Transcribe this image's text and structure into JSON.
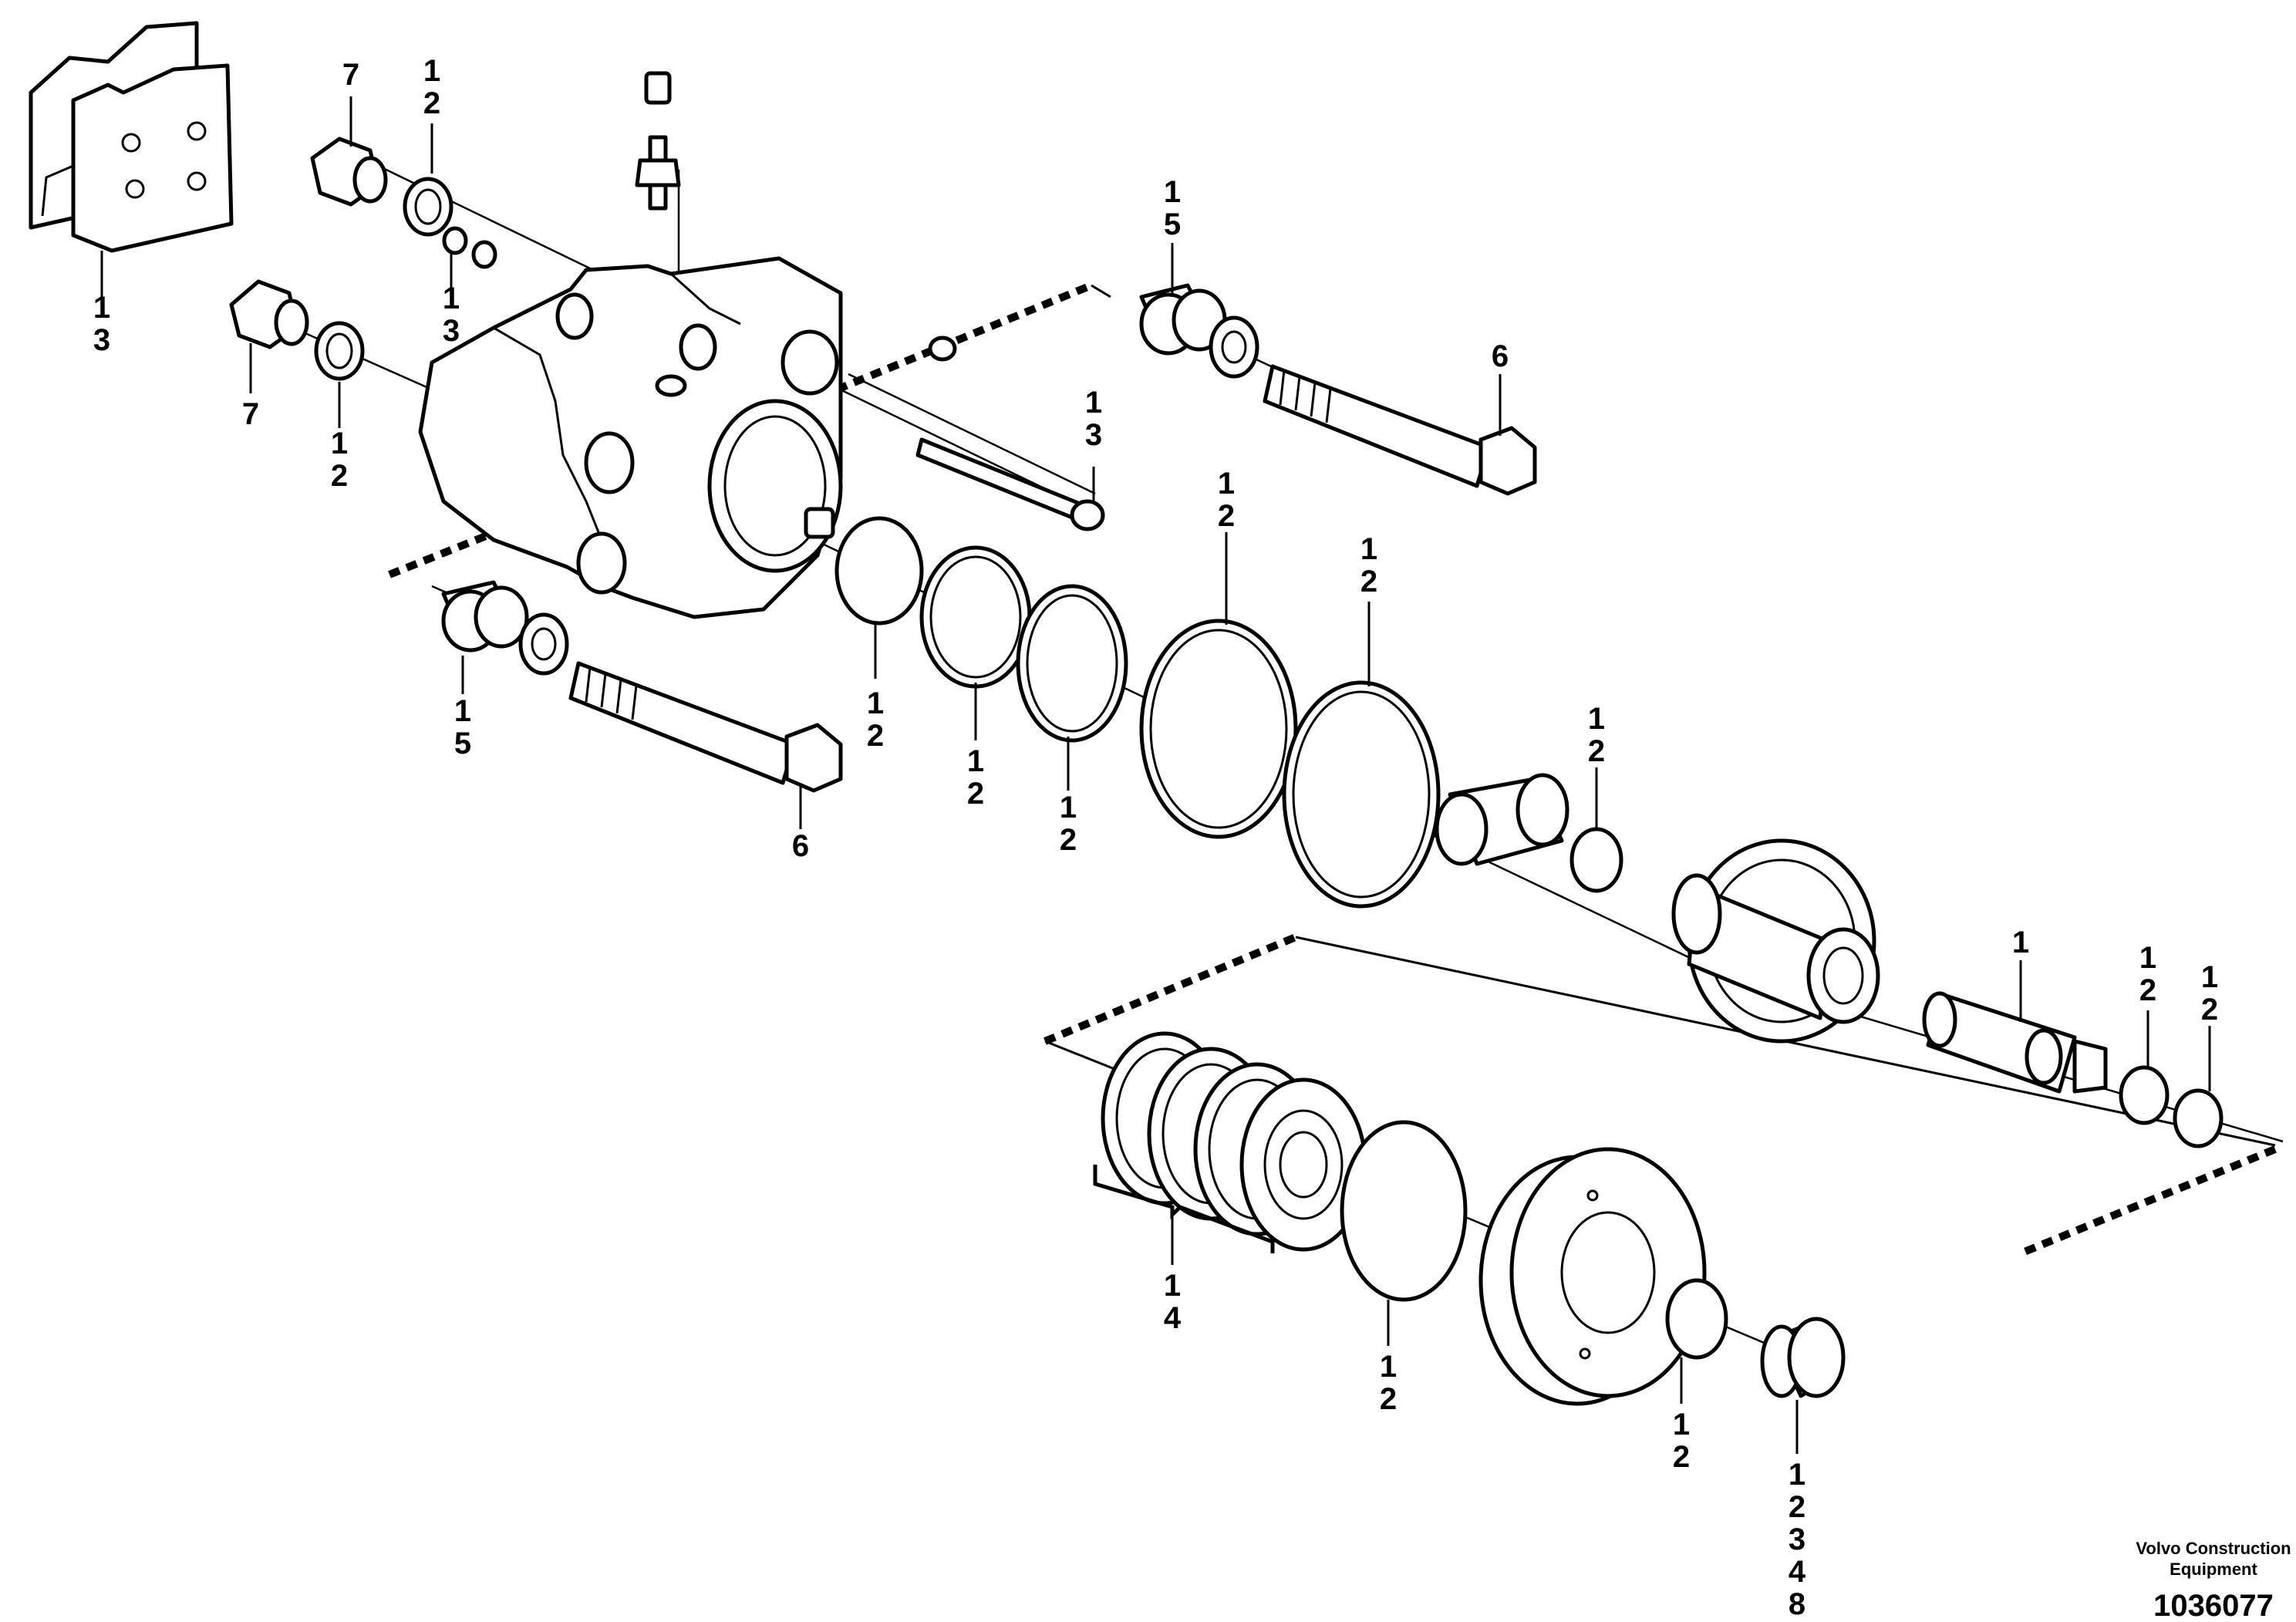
{
  "callouts": [
    {
      "id": "c-pads",
      "lines": [
        "1",
        "3"
      ]
    },
    {
      "id": "c-plug-top",
      "lines": [
        "7"
      ]
    },
    {
      "id": "c-seal-top",
      "lines": [
        "1",
        "2"
      ]
    },
    {
      "id": "c-nut",
      "lines": [
        "1",
        "3"
      ]
    },
    {
      "id": "c-plug-left",
      "lines": [
        "7"
      ]
    },
    {
      "id": "c-seal-left",
      "lines": [
        "1",
        "2"
      ]
    },
    {
      "id": "c-sleeve-top",
      "lines": [
        "1",
        "5"
      ]
    },
    {
      "id": "c-bolt-top",
      "lines": [
        "6"
      ]
    },
    {
      "id": "c-screw",
      "lines": [
        "1",
        "3"
      ]
    },
    {
      "id": "c-sleeve-bottom",
      "lines": [
        "1",
        "5"
      ]
    },
    {
      "id": "c-bolt-bottom",
      "lines": [
        "6"
      ]
    },
    {
      "id": "c-ring-1",
      "lines": [
        "1",
        "2"
      ]
    },
    {
      "id": "c-ring-2",
      "lines": [
        "1",
        "2"
      ]
    },
    {
      "id": "c-ring-3",
      "lines": [
        "1",
        "2"
      ]
    },
    {
      "id": "c-ring-4",
      "lines": [
        "1",
        "2"
      ]
    },
    {
      "id": "c-ring-5",
      "lines": [
        "1",
        "2"
      ]
    },
    {
      "id": "c-ring-6",
      "lines": [
        "1",
        "2"
      ]
    },
    {
      "id": "c-rod",
      "lines": [
        "1"
      ]
    },
    {
      "id": "c-ring-7",
      "lines": [
        "1",
        "2"
      ]
    },
    {
      "id": "c-ring-8",
      "lines": [
        "1",
        "2"
      ]
    },
    {
      "id": "c-springs",
      "lines": [
        "1",
        "4"
      ]
    },
    {
      "id": "c-oring-big",
      "lines": [
        "1",
        "2"
      ]
    },
    {
      "id": "c-oring-small",
      "lines": [
        "1",
        "2"
      ]
    },
    {
      "id": "c-cap",
      "lines": [
        "1",
        "2",
        "3",
        "4",
        "8"
      ]
    }
  ],
  "brand": {
    "line1": "Volvo Construction",
    "line2": "Equipment"
  },
  "document_number": "1036077"
}
